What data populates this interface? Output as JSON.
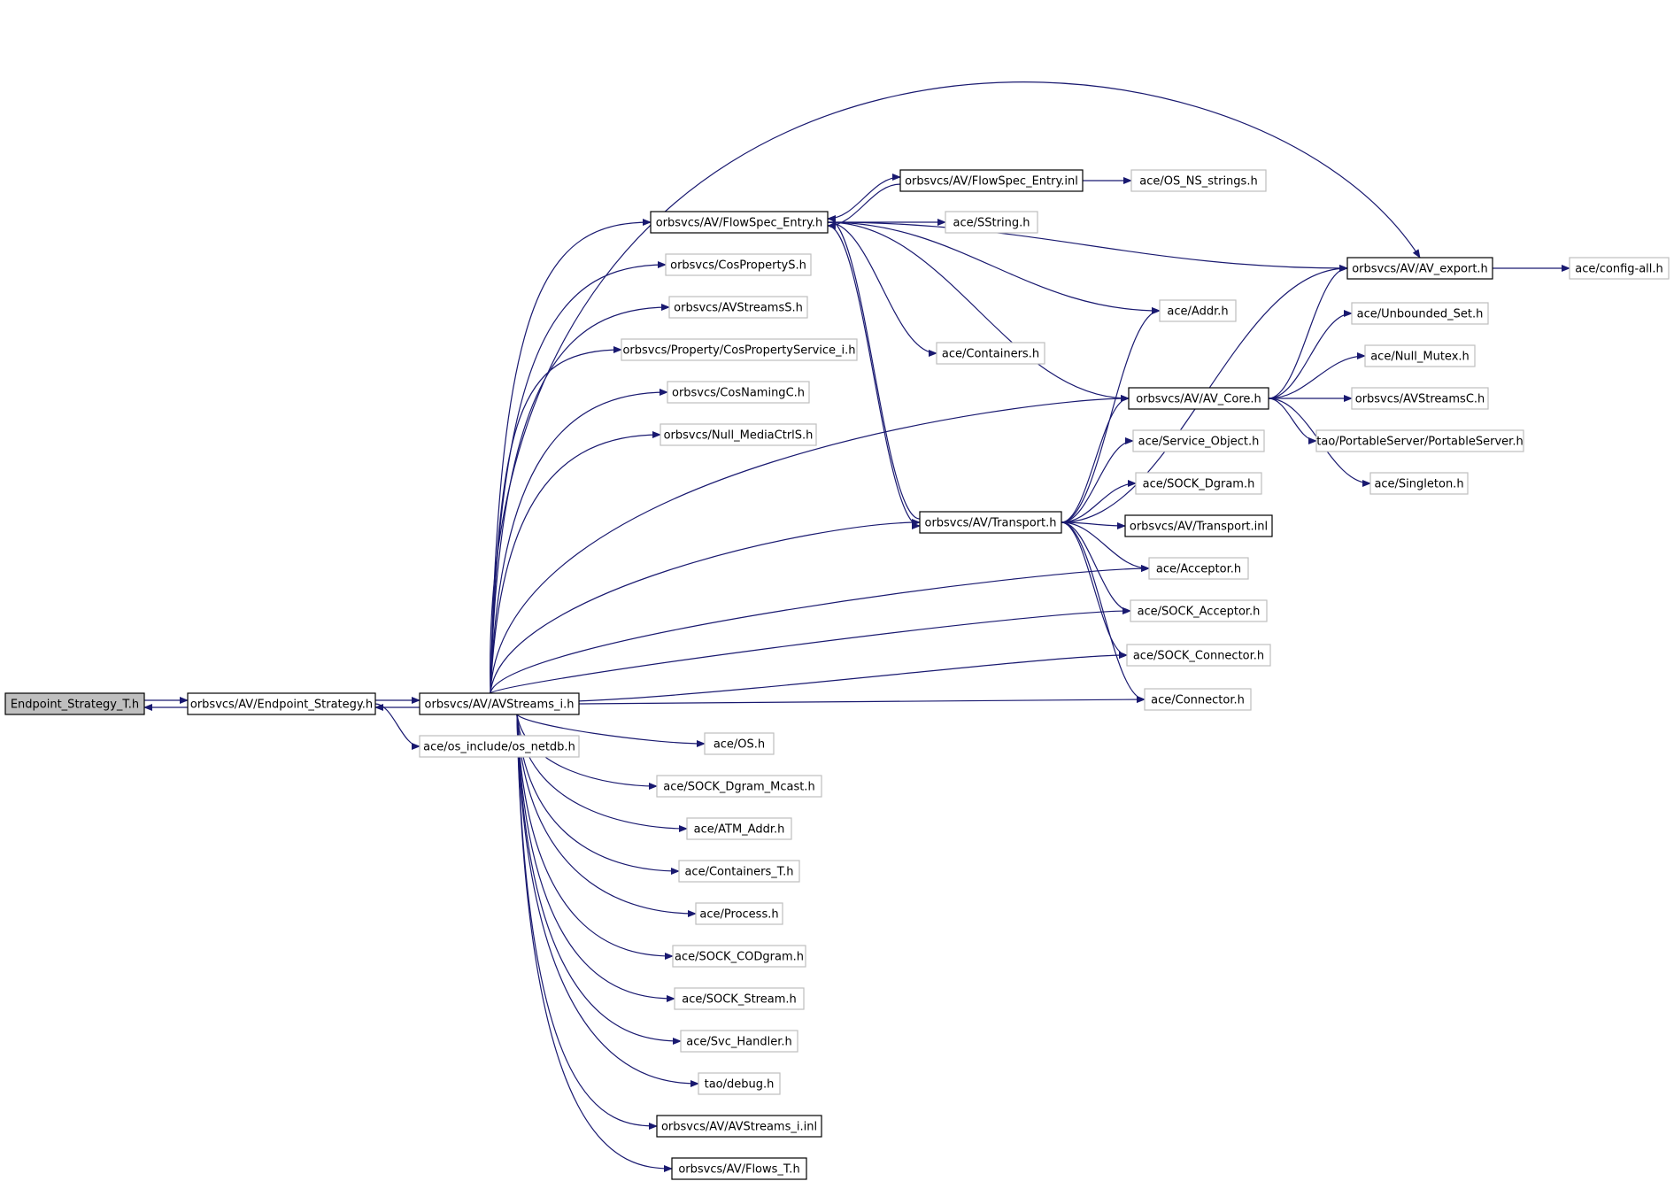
{
  "diagram": {
    "nodes": [
      {
        "id": "n0",
        "label": "Endpoint_Strategy_T.h",
        "style": "root"
      },
      {
        "id": "n1",
        "label": "orbsvcs/AV/Endpoint_Strategy.h",
        "style": "solid"
      },
      {
        "id": "n2",
        "label": "orbsvcs/AV/AVStreams_i.h",
        "style": "solid"
      },
      {
        "id": "n3",
        "label": "ace/os_include/os_netdb.h",
        "style": "plain"
      },
      {
        "id": "n4",
        "label": "orbsvcs/AV/FlowSpec_Entry.h",
        "style": "solid"
      },
      {
        "id": "n5",
        "label": "orbsvcs/AV/FlowSpec_Entry.inl",
        "style": "solid"
      },
      {
        "id": "n6",
        "label": "ace/OS_NS_strings.h",
        "style": "plain"
      },
      {
        "id": "n7",
        "label": "ace/SString.h",
        "style": "plain"
      },
      {
        "id": "n8",
        "label": "orbsvcs/CosPropertyS.h",
        "style": "plain"
      },
      {
        "id": "n9",
        "label": "orbsvcs/AVStreamsS.h",
        "style": "plain"
      },
      {
        "id": "n10",
        "label": "orbsvcs/Property/CosPropertyService_i.h",
        "style": "plain"
      },
      {
        "id": "n11",
        "label": "orbsvcs/CosNamingC.h",
        "style": "plain"
      },
      {
        "id": "n12",
        "label": "orbsvcs/Null_MediaCtrlS.h",
        "style": "plain"
      },
      {
        "id": "n13",
        "label": "orbsvcs/AV/AV_export.h",
        "style": "solid"
      },
      {
        "id": "n14",
        "label": "ace/config-all.h",
        "style": "plain"
      },
      {
        "id": "n15",
        "label": "ace/Addr.h",
        "style": "plain"
      },
      {
        "id": "n16",
        "label": "ace/Containers.h",
        "style": "plain"
      },
      {
        "id": "n17",
        "label": "ace/Unbounded_Set.h",
        "style": "plain"
      },
      {
        "id": "n18",
        "label": "ace/Null_Mutex.h",
        "style": "plain"
      },
      {
        "id": "n19",
        "label": "orbsvcs/AV/AV_Core.h",
        "style": "solid"
      },
      {
        "id": "n20",
        "label": "orbsvcs/AVStreamsC.h",
        "style": "plain"
      },
      {
        "id": "n21",
        "label": "tao/PortableServer/PortableServer.h",
        "style": "plain"
      },
      {
        "id": "n22",
        "label": "ace/Service_Object.h",
        "style": "plain"
      },
      {
        "id": "n23",
        "label": "ace/Singleton.h",
        "style": "plain"
      },
      {
        "id": "n24",
        "label": "ace/SOCK_Dgram.h",
        "style": "plain"
      },
      {
        "id": "n25",
        "label": "orbsvcs/AV/Transport.h",
        "style": "solid"
      },
      {
        "id": "n26",
        "label": "orbsvcs/AV/Transport.inl",
        "style": "solid"
      },
      {
        "id": "n27",
        "label": "ace/Acceptor.h",
        "style": "plain"
      },
      {
        "id": "n28",
        "label": "ace/SOCK_Acceptor.h",
        "style": "plain"
      },
      {
        "id": "n29",
        "label": "ace/SOCK_Connector.h",
        "style": "plain"
      },
      {
        "id": "n30",
        "label": "ace/Connector.h",
        "style": "plain"
      },
      {
        "id": "n31",
        "label": "ace/OS.h",
        "style": "plain"
      },
      {
        "id": "n32",
        "label": "ace/SOCK_Dgram_Mcast.h",
        "style": "plain"
      },
      {
        "id": "n33",
        "label": "ace/ATM_Addr.h",
        "style": "plain"
      },
      {
        "id": "n34",
        "label": "ace/Containers_T.h",
        "style": "plain"
      },
      {
        "id": "n35",
        "label": "ace/Process.h",
        "style": "plain"
      },
      {
        "id": "n36",
        "label": "ace/SOCK_CODgram.h",
        "style": "plain"
      },
      {
        "id": "n37",
        "label": "ace/SOCK_Stream.h",
        "style": "plain"
      },
      {
        "id": "n38",
        "label": "ace/Svc_Handler.h",
        "style": "plain"
      },
      {
        "id": "n39",
        "label": "tao/debug.h",
        "style": "plain"
      },
      {
        "id": "n40",
        "label": "orbsvcs/AV/AVStreams_i.inl",
        "style": "solid"
      },
      {
        "id": "n41",
        "label": "orbsvcs/AV/Flows_T.h",
        "style": "solid"
      }
    ],
    "edges": [
      [
        "n0",
        "n1"
      ],
      [
        "n1",
        "n0"
      ],
      [
        "n1",
        "n2"
      ],
      [
        "n2",
        "n1"
      ],
      [
        "n1",
        "n3"
      ],
      [
        "n2",
        "n4"
      ],
      [
        "n2",
        "n8"
      ],
      [
        "n2",
        "n9"
      ],
      [
        "n2",
        "n10"
      ],
      [
        "n2",
        "n11"
      ],
      [
        "n2",
        "n12"
      ],
      [
        "n2",
        "n13"
      ],
      [
        "n2",
        "n19"
      ],
      [
        "n2",
        "n25"
      ],
      [
        "n2",
        "n27"
      ],
      [
        "n2",
        "n28"
      ],
      [
        "n2",
        "n29"
      ],
      [
        "n2",
        "n30"
      ],
      [
        "n2",
        "n31"
      ],
      [
        "n2",
        "n32"
      ],
      [
        "n2",
        "n33"
      ],
      [
        "n2",
        "n34"
      ],
      [
        "n2",
        "n35"
      ],
      [
        "n2",
        "n36"
      ],
      [
        "n2",
        "n37"
      ],
      [
        "n2",
        "n38"
      ],
      [
        "n2",
        "n39"
      ],
      [
        "n2",
        "n40"
      ],
      [
        "n2",
        "n41"
      ],
      [
        "n4",
        "n5"
      ],
      [
        "n5",
        "n4"
      ],
      [
        "n5",
        "n6"
      ],
      [
        "n4",
        "n7"
      ],
      [
        "n4",
        "n13"
      ],
      [
        "n4",
        "n15"
      ],
      [
        "n4",
        "n16"
      ],
      [
        "n4",
        "n19"
      ],
      [
        "n4",
        "n25"
      ],
      [
        "n13",
        "n14"
      ],
      [
        "n19",
        "n13"
      ],
      [
        "n19",
        "n17"
      ],
      [
        "n19",
        "n18"
      ],
      [
        "n19",
        "n20"
      ],
      [
        "n19",
        "n21"
      ],
      [
        "n19",
        "n23"
      ],
      [
        "n25",
        "n4"
      ],
      [
        "n25",
        "n13"
      ],
      [
        "n25",
        "n15"
      ],
      [
        "n25",
        "n19"
      ],
      [
        "n25",
        "n22"
      ],
      [
        "n25",
        "n24"
      ],
      [
        "n25",
        "n26"
      ],
      [
        "n25",
        "n27"
      ],
      [
        "n25",
        "n28"
      ],
      [
        "n25",
        "n29"
      ],
      [
        "n25",
        "n30"
      ]
    ]
  }
}
